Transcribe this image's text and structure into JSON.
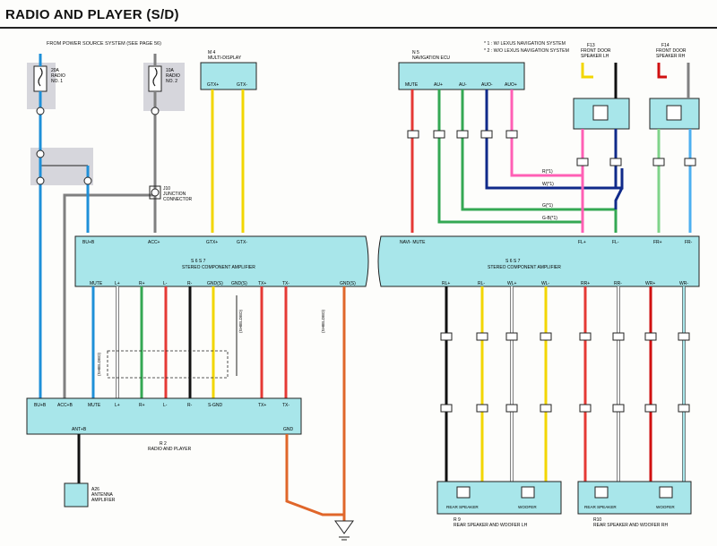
{
  "title": "RADIO AND PLAYER  (S/D)",
  "notes": {
    "source": "FROM POWER SOURCE SYSTEM (SEE PAGE 56)",
    "legend1": "* 1 : W/ LEXUS NAVIGATION SYSTEM",
    "legend2": "* 2 : W/O LEXUS NAVIGATION SYSTEM"
  },
  "fuses": {
    "f1": {
      "line1": "20A",
      "line2": "RADIO",
      "line3": "NO. 1"
    },
    "f2": {
      "line1": "10A",
      "line2": "RADIO",
      "line3": "NO. 2"
    }
  },
  "junction": {
    "id": "J10",
    "line1": "JUNCTION",
    "line2": "CONNECTOR"
  },
  "components": {
    "multi_display": {
      "id": "M 4",
      "name": "MULTI-DISPLAY",
      "pins": [
        "GTX+",
        "GTX-"
      ]
    },
    "nav_ecu": {
      "id": "N 5",
      "name": "NAVIGATION ECU",
      "pins": [
        "MUTE",
        "AU+",
        "AU-",
        "AUO-",
        "AUO+"
      ]
    },
    "fl_speaker": {
      "id": "F13",
      "line1": "FRONT DOOR",
      "line2": "SPEAKER LH"
    },
    "fr_speaker": {
      "id": "F14",
      "line1": "FRONT DOOR",
      "line2": "SPEAKER RH"
    },
    "amp_left": {
      "id": "S 6  S 7",
      "name": "STEREO COMPONENT AMPLIFIER",
      "top_pins": [
        "BU+B",
        "ACC+",
        "GTX+",
        "GTX-"
      ],
      "bottom_pins": [
        "MUTE",
        "L+",
        "R+",
        "L-",
        "R-",
        "GND(S)",
        "GND(S)",
        "TX+",
        "TX-",
        "GND(S)"
      ]
    },
    "amp_right": {
      "id": "S 6  S 7",
      "name": "STEREO COMPONENT AMPLIFIER",
      "top_pins": [
        "NAVI- MUTE",
        "FL+",
        "FL-",
        "FR+",
        "FR-"
      ],
      "bottom_pins": [
        "RL+",
        "RL-",
        "WL+",
        "WL-",
        "RR+",
        "RR-",
        "WR+",
        "WR-"
      ]
    },
    "radio": {
      "id": "R 2",
      "name": "RADIO AND PLAYER",
      "pins": [
        "BU+B",
        "ACC+B",
        "MUTE",
        "L+",
        "R+",
        "L-",
        "R-",
        "S-GND",
        "TX+",
        "TX-"
      ],
      "ant": "ANT+B",
      "gnd": "GND"
    },
    "antenna": {
      "id": "A26",
      "line1": "ANTENNA",
      "line2": "AMPLIFIER"
    },
    "rear_lh": {
      "id": "R 9",
      "name": "REAR SPEAKER AND WOOFER LH",
      "sp1": "REAR SPEAKER",
      "sp2": "WOOFER"
    },
    "rear_rh": {
      "id": "R10",
      "name": "REAR SPEAKER AND WOOFER RH",
      "sp1": "REAR SPEAKER",
      "sp2": "WOOFER"
    }
  },
  "wire_labels": {
    "fl_pos": "R(*1)",
    "fl_neg": "W(*1)",
    "fr_pos": "G(*1)",
    "fr_neg": "G-B(*1)",
    "shield1": "(SHIELDED)",
    "shield2": "(SHIELDED)",
    "shield3": "(SHIELDED)"
  },
  "colors": {
    "panel": "#a8e6ea",
    "blue": "#1e90d8",
    "green": "#34a853",
    "red": "#e53935",
    "yellow": "#f2d600",
    "pink": "#ff5fb5",
    "navy": "#102a8a",
    "black": "#111111",
    "white": "#f4f4f4",
    "gray": "#808080",
    "orange": "#e0662a",
    "lightgreen": "#7fd48a",
    "skyblue": "#4db0f0",
    "darkred": "#d01010"
  }
}
